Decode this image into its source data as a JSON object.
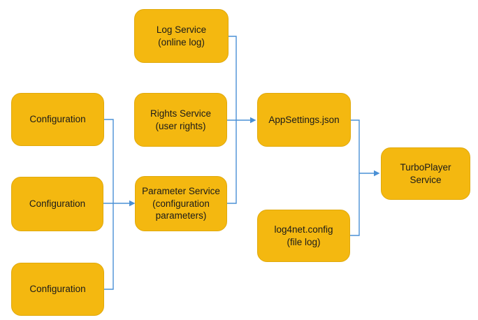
{
  "diagram": {
    "colors": {
      "background": "#ffffff",
      "node_fill": "#f4b810",
      "node_border": "#e0a90c",
      "connector": "#4a90d5",
      "text": "#1a1a1a"
    },
    "nodes": {
      "config_top": "Configuration",
      "config_middle": "Configuration",
      "config_bottom": "Configuration",
      "log_service": "Log Service\n(online log)",
      "rights_service": "Rights Service\n(user rights)",
      "parameter_service": "Parameter Service\n(configuration\nparameters)",
      "appsettings": "AppSettings.json",
      "log4net": "log4net.config\n(file log)",
      "turboplayer": "TurboPlayer\nService"
    },
    "edges": [
      {
        "from": "config_top",
        "to": "parameter_service"
      },
      {
        "from": "config_middle",
        "to": "parameter_service"
      },
      {
        "from": "config_bottom",
        "to": "parameter_service"
      },
      {
        "from": "log_service",
        "to": "appsettings"
      },
      {
        "from": "rights_service",
        "to": "appsettings"
      },
      {
        "from": "parameter_service",
        "to": "appsettings"
      },
      {
        "from": "appsettings",
        "to": "turboplayer"
      },
      {
        "from": "log4net",
        "to": "turboplayer"
      }
    ]
  }
}
